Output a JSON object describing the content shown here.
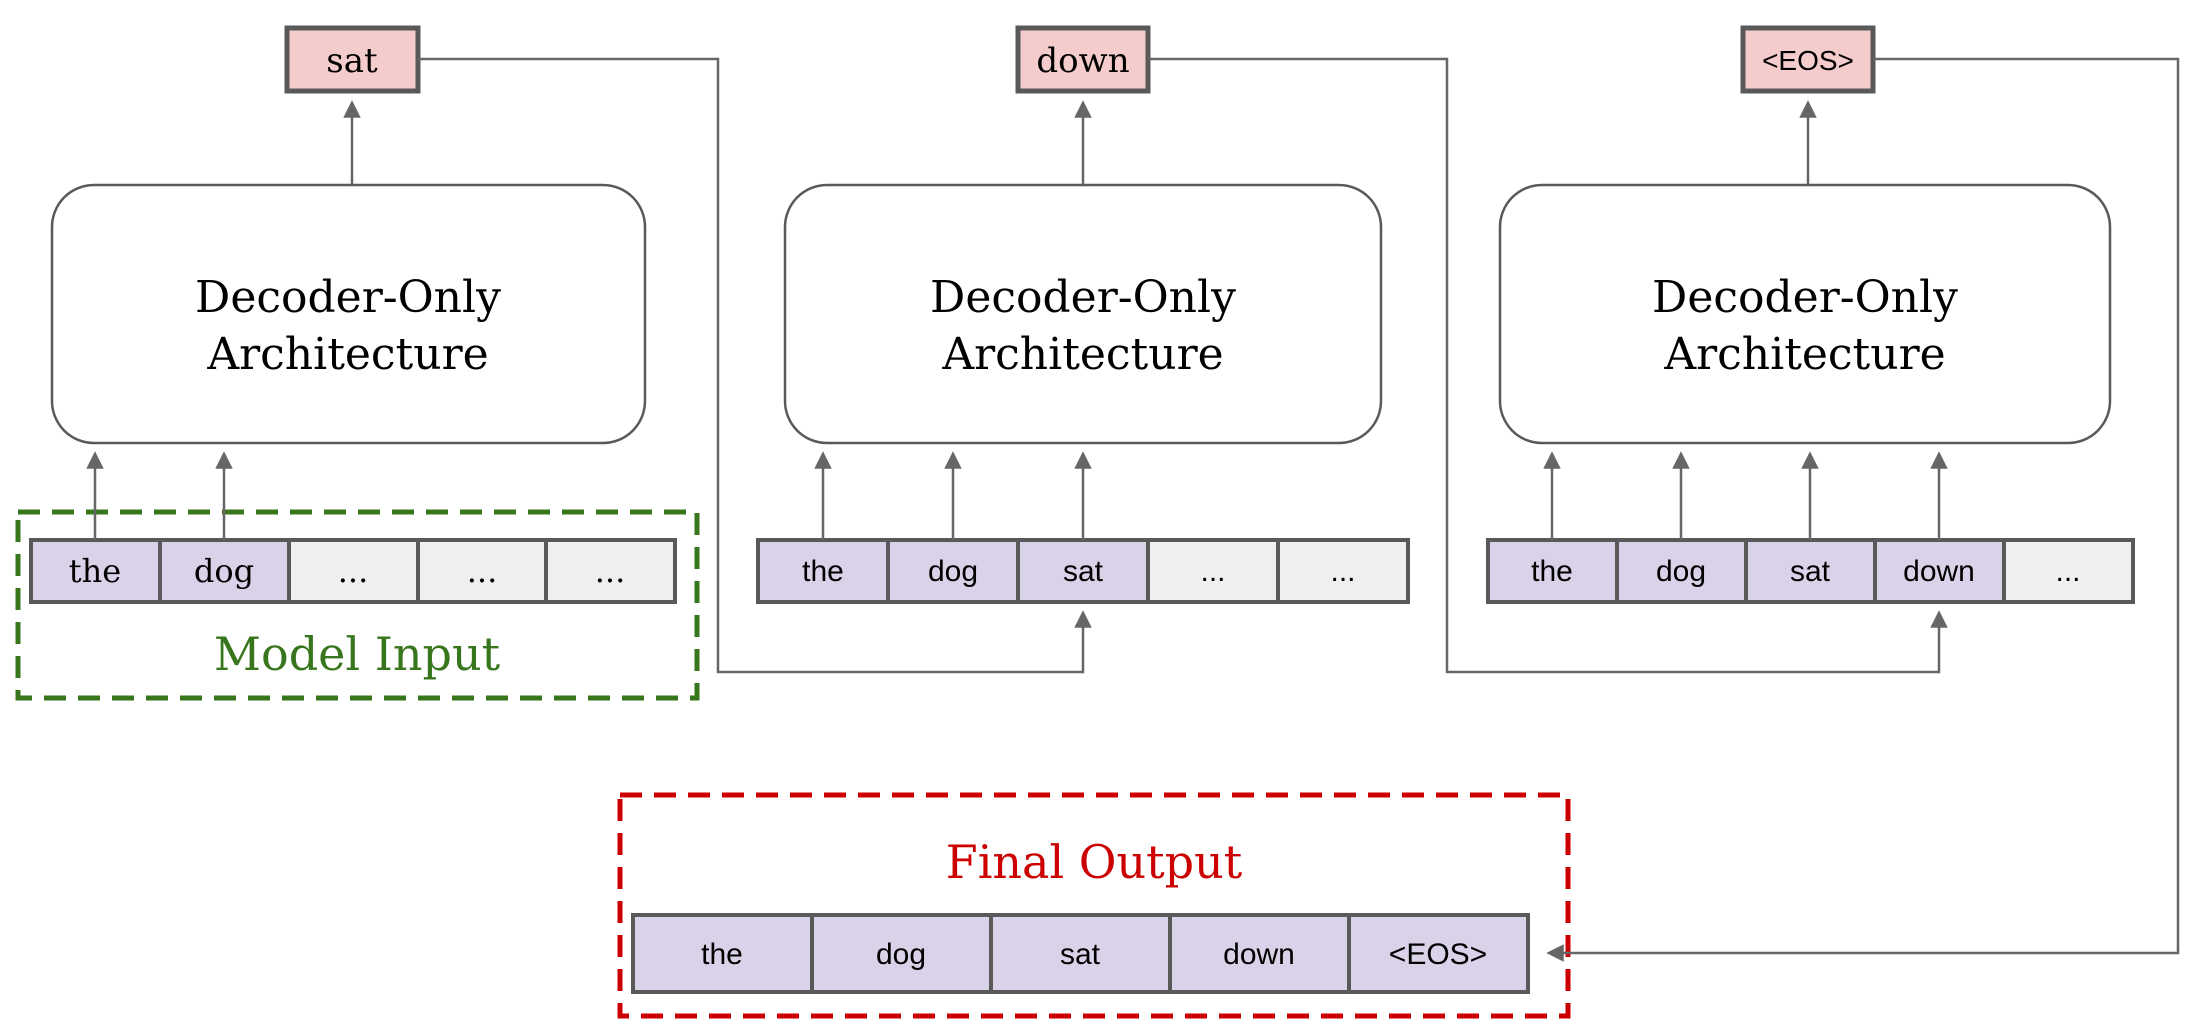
{
  "diagram": {
    "colors": {
      "line": "#666666",
      "box_border": "#595959",
      "output_fill": "#f4cccc",
      "token_fill": "#d9d2e9",
      "placeholder_fill": "#efefef",
      "model_input": "#38761d",
      "final_output": "#cc0000",
      "text": "#000000"
    },
    "decoder_label": {
      "line1": "Decoder-Only",
      "line2": "Architecture"
    },
    "stages": [
      {
        "output_token": "sat",
        "input_tokens": [
          "the",
          "dog",
          "...",
          "...",
          "..."
        ]
      },
      {
        "output_token": "down",
        "input_tokens": [
          "the",
          "dog",
          "sat",
          "...",
          "..."
        ]
      },
      {
        "output_token": "<EOS>",
        "input_tokens": [
          "the",
          "dog",
          "sat",
          "down",
          "..."
        ]
      }
    ],
    "model_input": {
      "label": "Model Input"
    },
    "final_output": {
      "label": "Final Output",
      "tokens": [
        "the",
        "dog",
        "sat",
        "down",
        "<EOS>"
      ]
    }
  }
}
